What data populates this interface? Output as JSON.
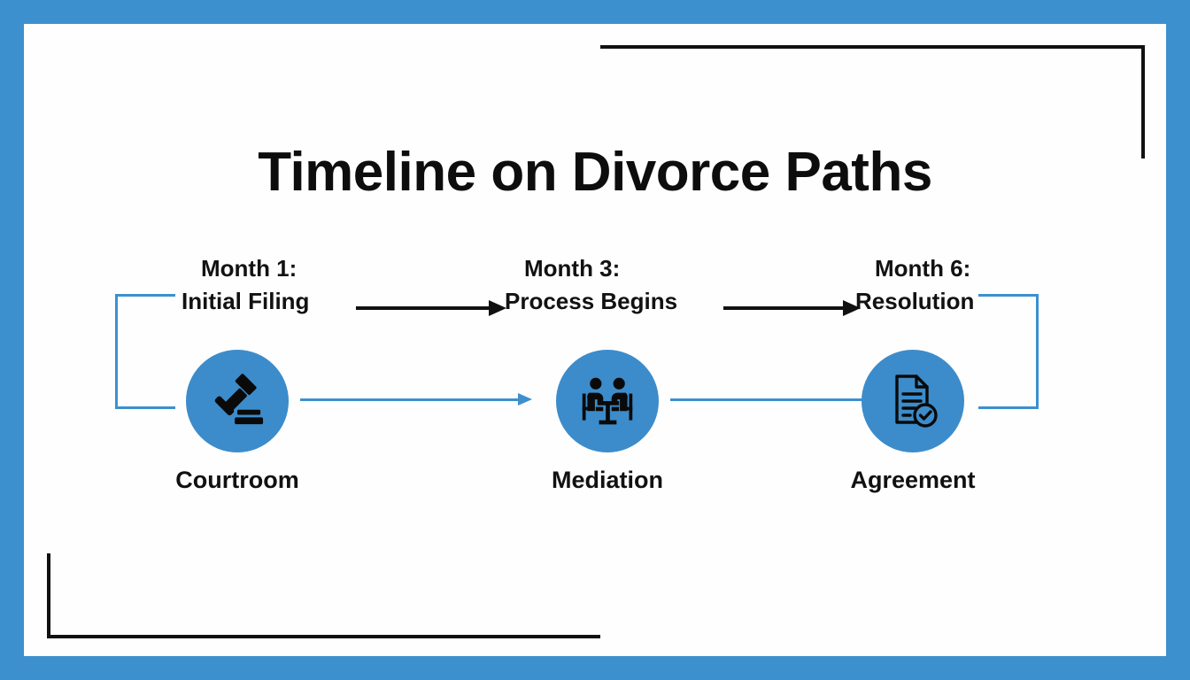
{
  "slide": {
    "title": "Timeline on Divorce Paths",
    "frame_color": "#3d90ce",
    "canvas_color": "#fefefe",
    "accent_color": "#3d90ce",
    "icon_circle_color": "#3c8ccb",
    "rule_color": "#111111"
  },
  "milestones": [
    {
      "head": "Month 1:",
      "sub": "Initial Filing"
    },
    {
      "head": "Month 3:",
      "sub": "Process Begins"
    },
    {
      "head": "Month 6:",
      "sub": "Resolution"
    }
  ],
  "stages": [
    {
      "caption": "Courtroom",
      "icon": "gavel-icon"
    },
    {
      "caption": "Mediation",
      "icon": "two-people-at-table-icon"
    },
    {
      "caption": "Agreement",
      "icon": "document-check-icon"
    }
  ],
  "connectors": {
    "top_arrows": [
      "arrow-right-black",
      "arrow-right-black"
    ],
    "bottom_arrows": [
      "arrow-right-blue",
      "arrow-right-blue"
    ]
  },
  "decorations": {
    "left_bracket": "bracket-left-blue",
    "right_bracket": "bracket-right-blue",
    "corner_top_right": "corner-rule-black",
    "corner_bottom_left": "corner-rule-black"
  }
}
